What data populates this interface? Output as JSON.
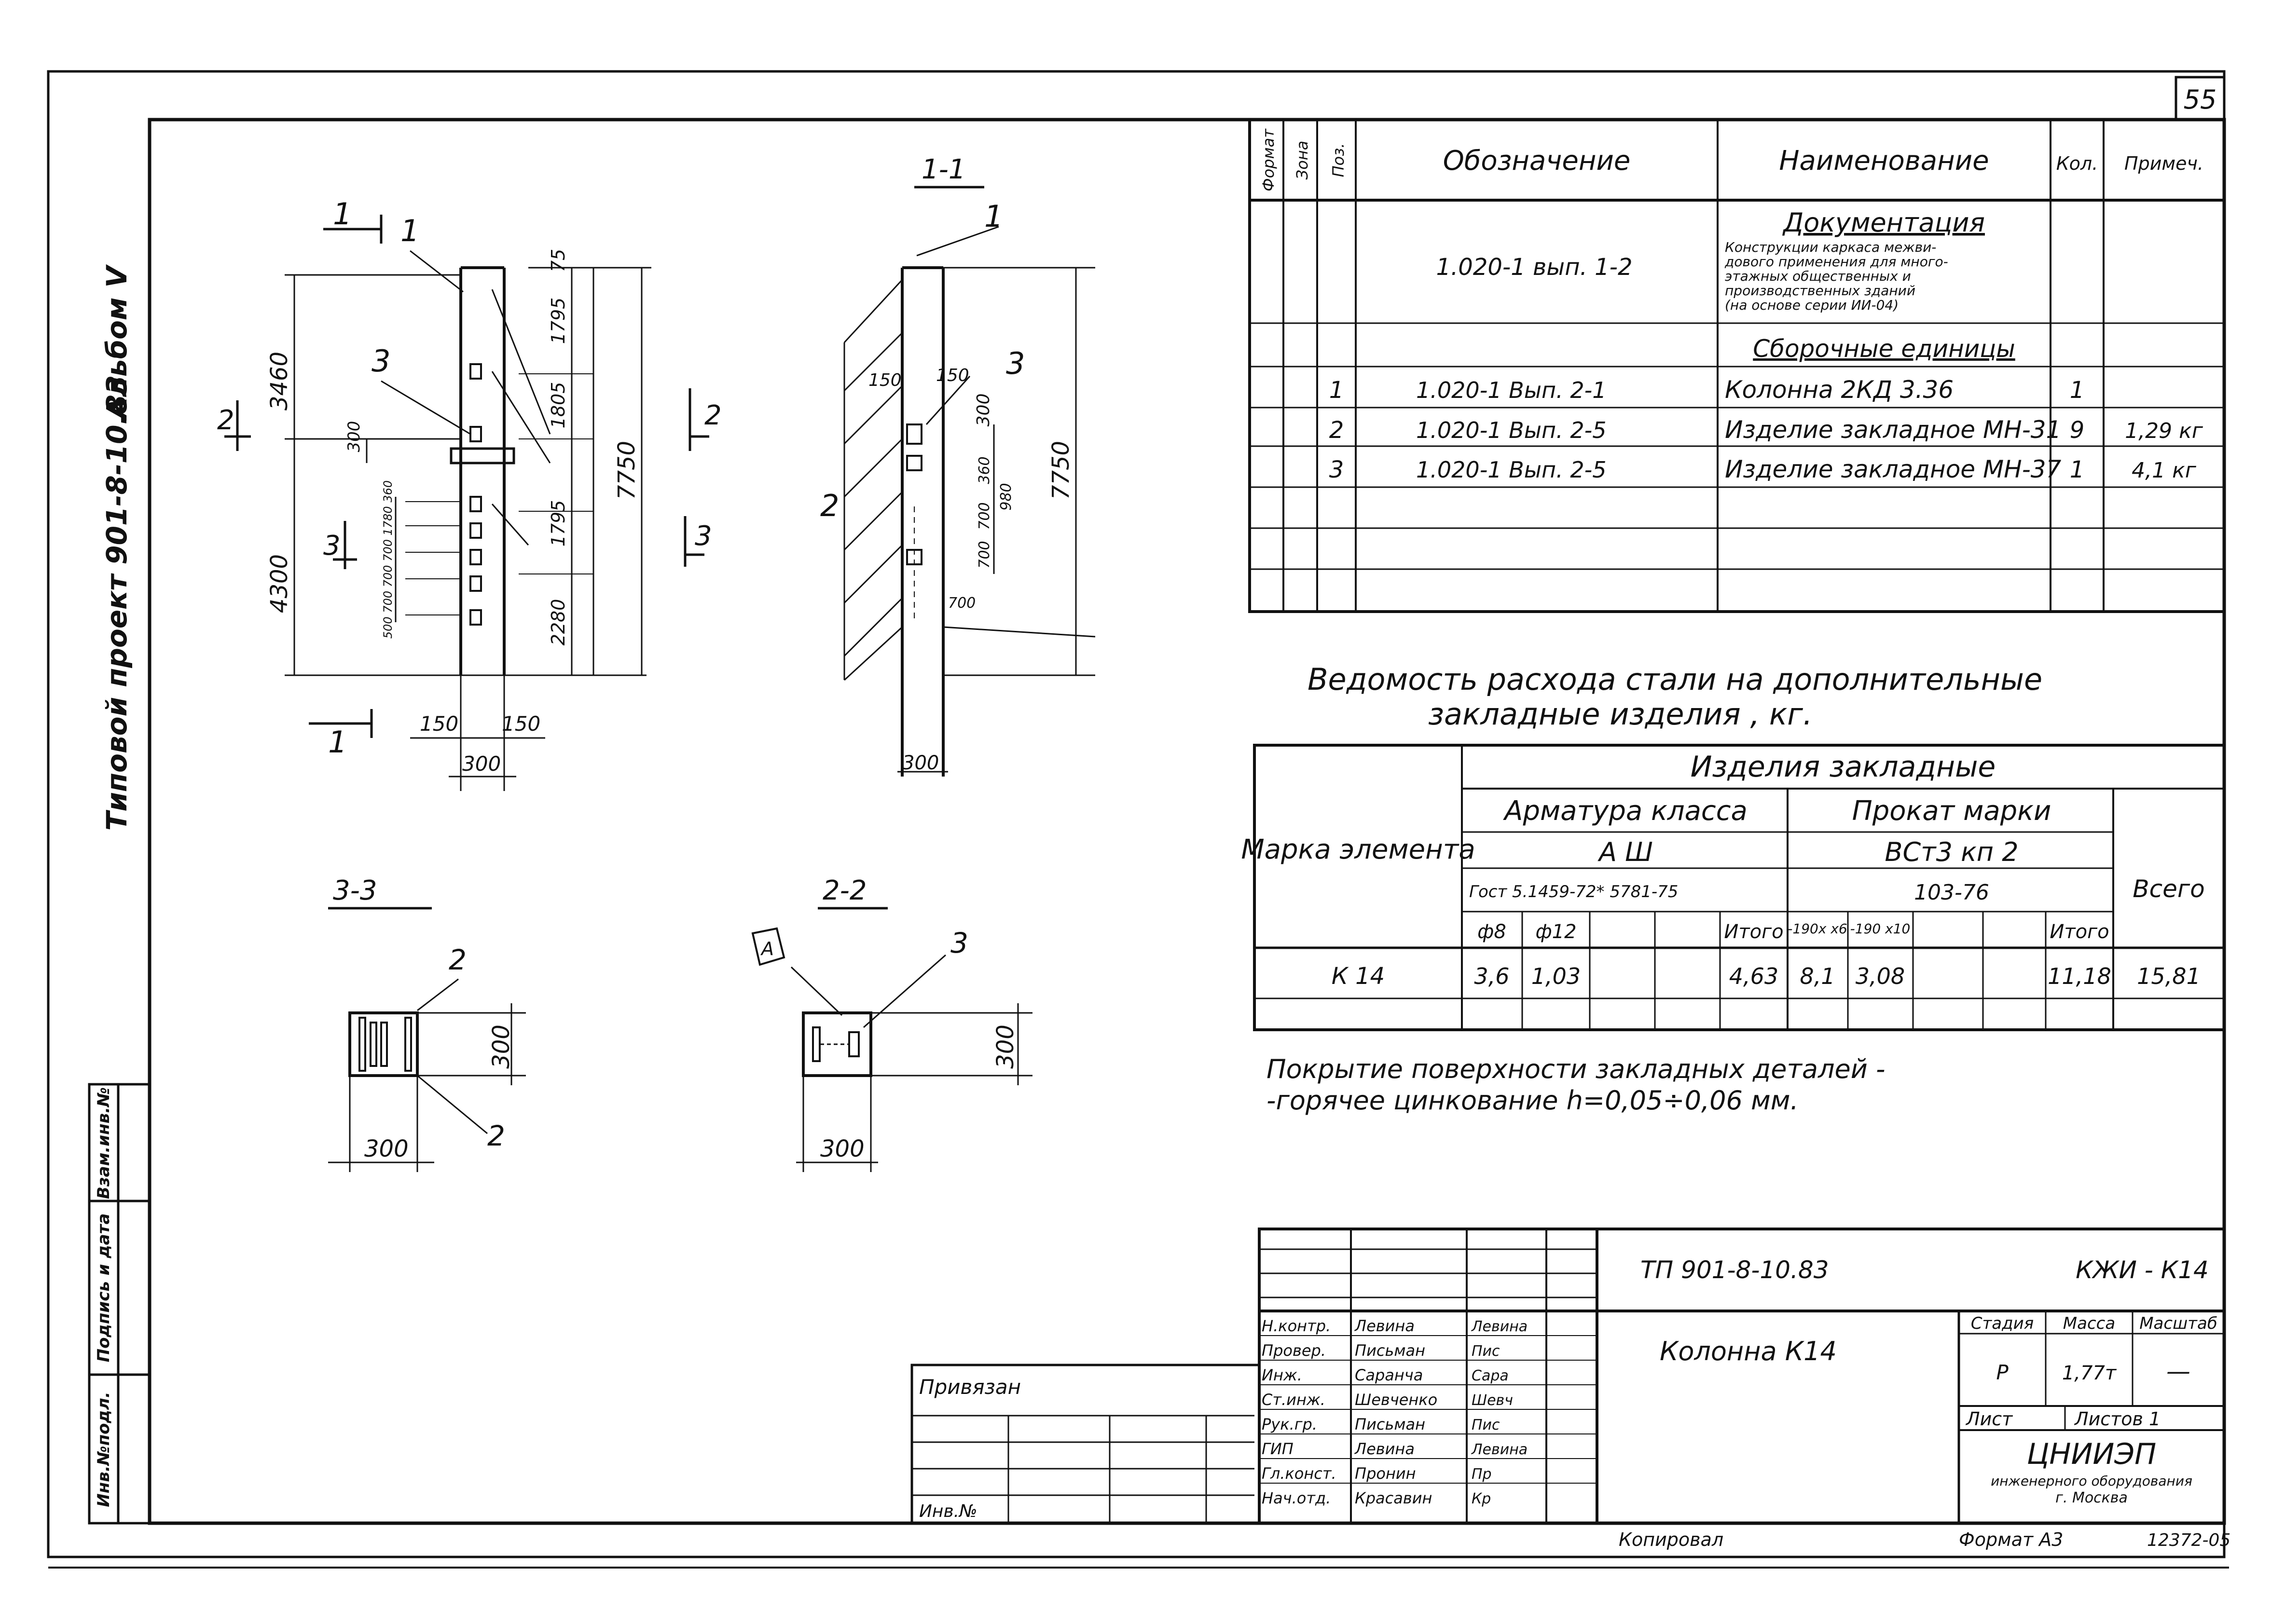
{
  "sheet": {
    "page_number": "55",
    "album_label": "Альбом V",
    "project_label": "Типовой проект 901-8-10.83",
    "left_stamp": [
      "Взам.инв.№",
      "Подпись и дата",
      "Инв.№подл."
    ]
  },
  "drawings": {
    "elevation": {
      "labels": {
        "section_1": "1",
        "section_2": "2",
        "section_3": "3",
        "pos_1": "1",
        "pos_3": "3"
      },
      "dims": {
        "top_height": "3460",
        "bottom_height": "4300",
        "total_height": "7750",
        "d75": "75",
        "d1795": "1795",
        "d1805": "1805",
        "d1795b": "1795",
        "d2280": "2280",
        "d300": "300",
        "w150a": "150",
        "w150b": "150",
        "w300": "300",
        "small_dims": "500 700 700 700 1780 360"
      }
    },
    "section_1_1": {
      "title": "1-1",
      "labels": {
        "pos_1": "1",
        "pos_2": "2",
        "pos_3": "3"
      },
      "dims": {
        "total_height": "7750",
        "d150a": "150",
        "d150b": "150",
        "d300": "300",
        "d360": "360",
        "d700a": "700",
        "d700b": "700",
        "d980": "980",
        "w300": "300"
      }
    },
    "section_3_3": {
      "title": "3-3",
      "labels": {
        "pos_2a": "2",
        "pos_2b": "2"
      },
      "dims": {
        "h300": "300",
        "w300": "300"
      }
    },
    "section_2_2": {
      "title": "2-2",
      "labels": {
        "pos_3": "3",
        "marker": "A"
      },
      "dims": {
        "h300": "300",
        "w300": "300"
      }
    }
  },
  "spec_table": {
    "headers": {
      "format": "Формат",
      "zone": "Зона",
      "pos": "Поз.",
      "designation": "Обозначение",
      "name": "Наименование",
      "qty": "Кол.",
      "note": "Примеч."
    },
    "doc_section": "Документация",
    "doc_row": {
      "designation": "1.020-1 вып. 1-2",
      "name_lines": [
        "Конструкции каркаса межви-",
        "дового применения для много-",
        "этажных общественных и",
        "производственных зданий",
        "(на основе серии ИИ-04)"
      ]
    },
    "assembly_section": "Сборочные единицы",
    "rows": [
      {
        "pos": "1",
        "designation": "1.020-1    Вып. 2-1",
        "name": "Колонна 2КД 3.36",
        "qty": "1",
        "note": ""
      },
      {
        "pos": "2",
        "designation": "1.020-1    Вып. 2-5",
        "name": "Изделие закладное МН-31",
        "qty": "9",
        "note": "1,29 кг"
      },
      {
        "pos": "3",
        "designation": "1.020-1    Вып. 2-5",
        "name": "Изделие закладное МН-37",
        "qty": "1",
        "note": "4,1 кг"
      }
    ]
  },
  "steel_table": {
    "title_line1": "Ведомость расхода стали на дополнительные",
    "title_line2": "закладные изделия , кг.",
    "header_group": "Изделия закладные",
    "mark_header": "Марка элемента",
    "rebar_header": "Арматура класса",
    "rebar_class": "А Ш",
    "rebar_gost": "Гост 5.1459-72* 5781-75",
    "rolled_header": "Прокат марки",
    "rolled_grade": "ВСт3 кп 2",
    "rolled_gost": "103-76",
    "total_header": "Всего",
    "sub_headers": [
      "ф8",
      "ф12",
      "",
      "",
      "Итого",
      "-190x x6",
      "-190 x10",
      "",
      "",
      "Итого"
    ],
    "rows": [
      {
        "mark": "К 14",
        "values": [
          "3,6",
          "1,03",
          "",
          "",
          "4,63",
          "8,1",
          "3,08",
          "",
          "",
          "11,18"
        ],
        "total": "15,81"
      }
    ]
  },
  "coating_note": {
    "line1": "Покрытие поверхности закладных деталей -",
    "line2": "-горячее цинкование h=0,05÷0,06 мм."
  },
  "title_block": {
    "binding_label": "Привязан",
    "inv_label": "Инв.№",
    "project_code": "ТП 901-8-10.83",
    "sheet_code": "КЖИ - К14",
    "drawing_name": "Колонна К14",
    "stage_header": "Стадия",
    "mass_header": "Масса",
    "scale_header": "Масштаб",
    "stage": "Р",
    "mass": "1,77т",
    "scale": "—",
    "sheet_label": "Лист",
    "sheets_label": "Листов 1",
    "org_name": "ЦНИИЭП",
    "org_line2": "инженерного оборудования",
    "org_line3": "г. Москва",
    "staff": [
      {
        "role": "Н.контр.",
        "name": "Левина",
        "sign": "Левина"
      },
      {
        "role": "Провер.",
        "name": "Письман",
        "sign": "Пис"
      },
      {
        "role": "Инж.",
        "name": "Саранча",
        "sign": "Сара"
      },
      {
        "role": "Ст.инж.",
        "name": "Шевченко",
        "sign": "Шевч"
      },
      {
        "role": "Рук.гр.",
        "name": "Письман",
        "sign": "Пис"
      },
      {
        "role": "ГИП",
        "name": "Левина",
        "sign": "Левина"
      },
      {
        "role": "Гл.конст.",
        "name": "Пронин",
        "sign": "Пр"
      },
      {
        "role": "Нач.отд.",
        "name": "Красавин",
        "sign": "Кр"
      }
    ],
    "copied": "Копировал",
    "format": "Формат А3",
    "doc_number": "12372-05"
  }
}
